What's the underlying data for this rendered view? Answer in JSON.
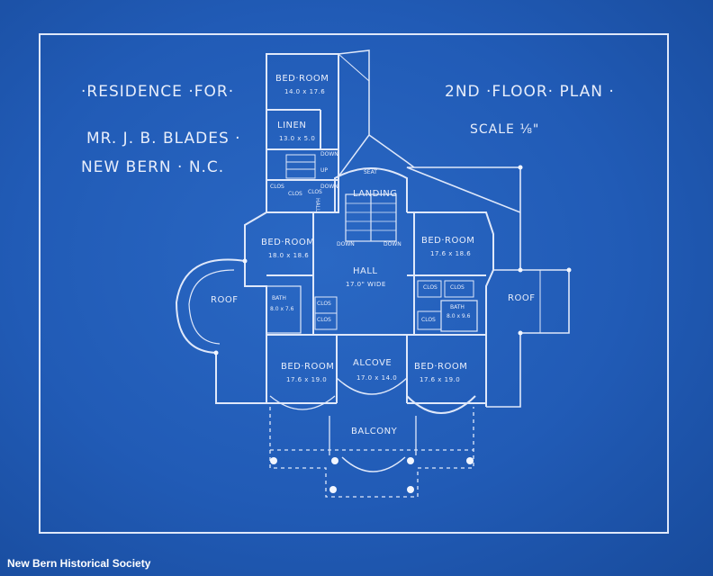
{
  "title_block": {
    "line1": "·RESIDENCE ·FOR·",
    "line2": "MR. J. B. BLADES ·",
    "line3": "NEW BERN · N.C."
  },
  "plan": {
    "title": "2ND ·FLOOR· PLAN ·",
    "scale": "SCALE ⅛\""
  },
  "rooms": {
    "bedroom_top": {
      "name": "BED·ROOM",
      "dims": "14.0 x 17.6"
    },
    "linen": {
      "name": "LINEN",
      "dims": "13.0 x 5.0"
    },
    "hall_side": "HALL",
    "landing": "LANDING",
    "seat": "SEAT",
    "down_upper": "DOWN",
    "down_left": "DOWN",
    "down_right": "DOWN",
    "down_back": "DOWN",
    "up_back": "UP",
    "clos_a": "CLOS",
    "clos_b": "CLOS",
    "clos_c": "CLOS",
    "bedroom_left": {
      "name": "BED·ROOM",
      "dims": "18.0 x 18.6"
    },
    "bedroom_right": {
      "name": "BED·ROOM",
      "dims": "17.6 x 18.6"
    },
    "hall_main": {
      "name": "HALL",
      "dims": "17.0\" WIDE"
    },
    "roof_left": "ROOF",
    "roof_right": "ROOF",
    "bath_left": {
      "name": "BATH",
      "dims": "8.0 x 7.6"
    },
    "bath_right": {
      "name": "BATH",
      "dims": "8.0 x 9.6"
    },
    "clos_left1": "CLOS",
    "clos_left2": "CLOS",
    "clos_right1": "CLOS",
    "clos_right2": "CLOS",
    "clos_right3": "CLOS",
    "bedroom_bl": {
      "name": "BED·ROOM",
      "dims": "17.6 x 19.0"
    },
    "alcove": {
      "name": "ALCOVE",
      "dims": "17.0 x 14.0"
    },
    "bedroom_br": {
      "name": "BED·ROOM",
      "dims": "17.6 x 19.0"
    },
    "balcony": "BALCONY"
  },
  "credit": "New Bern Historical Society",
  "colors": {
    "paper": "#1d55ad",
    "ink": "#e8eefb"
  }
}
